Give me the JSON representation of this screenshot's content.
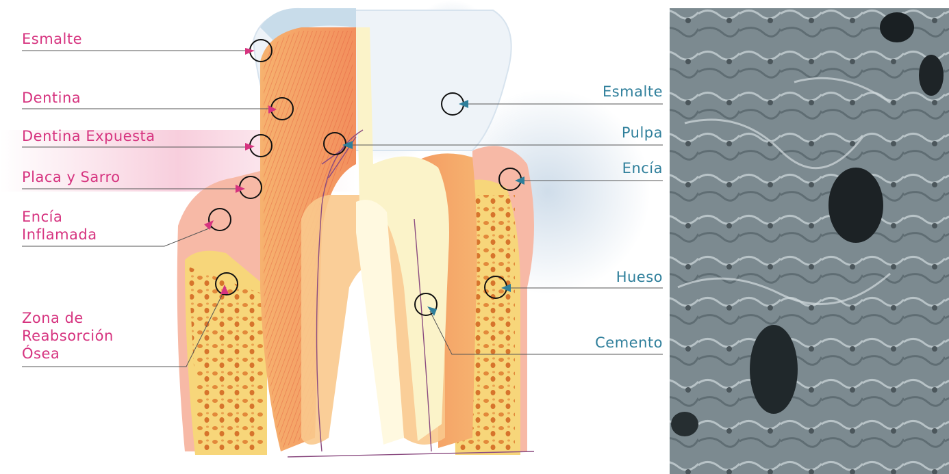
{
  "diagram": {
    "left_labels": [
      "Esmalte",
      "Dentina",
      "Dentina Expuesta",
      "Placa y Sarro",
      "Encía\nInflamada",
      "Zona de\nReabsorción\nÓsea"
    ],
    "right_labels": [
      "Esmalte",
      "Pulpa",
      "Encía",
      "Hueso",
      "Cemento"
    ]
  },
  "colors": {
    "left_label": "#d6337f",
    "right_label": "#2f7f9b",
    "dentin": "#f29a6e",
    "gum": "#f7b9a6",
    "bone": "#f7d67a",
    "pulp": "#fbf3c9",
    "micrograph": "#7d8a91"
  }
}
